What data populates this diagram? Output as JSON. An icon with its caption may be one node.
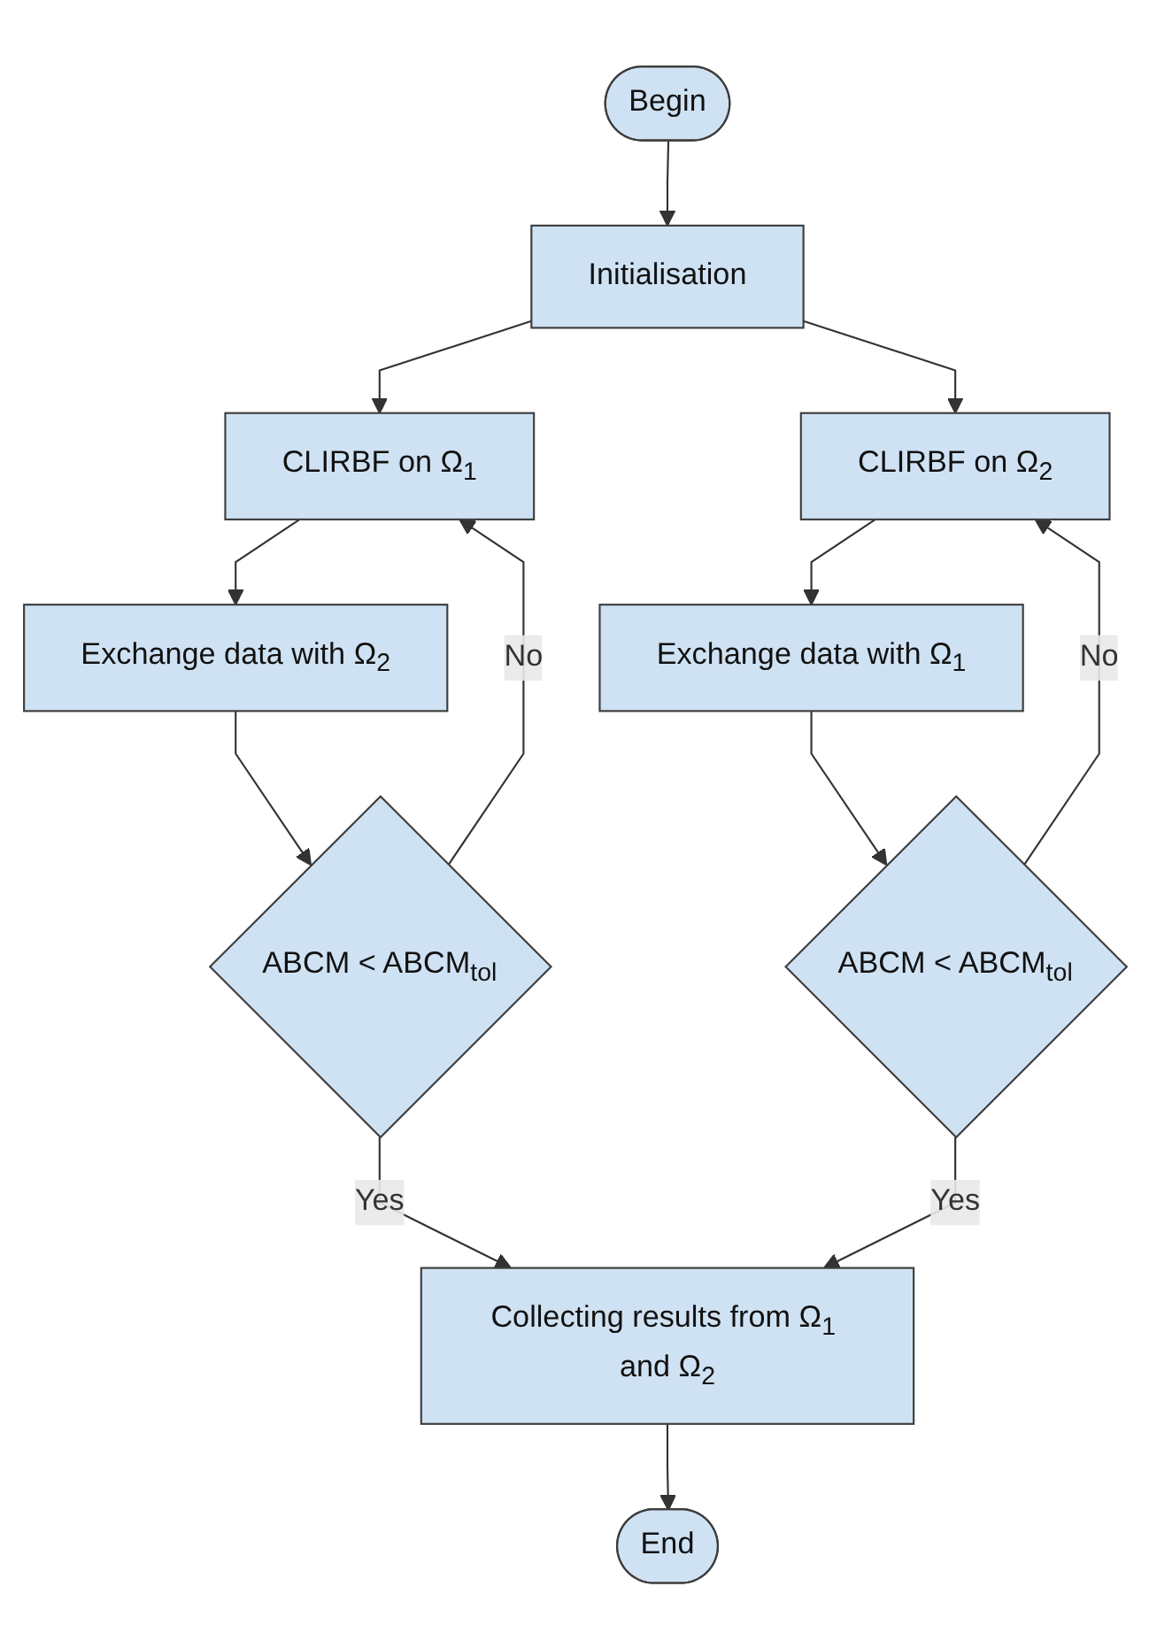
{
  "diagram": {
    "nodes": [
      {
        "text": [
          "Begin"
        ]
      },
      {
        "text": [
          "Initialisation"
        ]
      },
      {
        "text": [
          "CLIRBF on Ω$_{1}$"
        ]
      },
      {
        "text": [
          "CLIRBF on Ω$_{2}$"
        ]
      },
      {
        "text": [
          "Exchange data with Ω$_{2}$"
        ]
      },
      {
        "text": [
          "Exchange data with Ω$_{1}$"
        ]
      },
      {
        "text": [
          "ABCM < ABCM$_{tol}$"
        ]
      },
      {
        "text": [
          "ABCM < ABCM$_{tol}$"
        ]
      },
      {
        "text": [
          "Collecting results from Ω$_{1}$ and Ω$_{2}$"
        ]
      },
      {
        "text": [
          "End"
        ]
      }
    ],
    "edges": [
      {
        "from": 0,
        "to": 1,
        "arrow": "to"
      },
      {
        "from": 1,
        "to": 2,
        "arrow": "to"
      },
      {
        "from": 1,
        "to": 3,
        "arrow": "to"
      },
      {
        "from": 2,
        "to": 4,
        "arrow": "to"
      },
      {
        "from": 3,
        "to": 5,
        "arrow": "to"
      },
      {
        "from": 4,
        "to": 6,
        "arrow": "to"
      },
      {
        "from": 5,
        "to": 7,
        "arrow": "to"
      },
      {
        "from": 6,
        "to": 2,
        "label": "No",
        "arrow": "to"
      },
      {
        "from": 7,
        "to": 3,
        "label": "No",
        "arrow": "to"
      },
      {
        "from": 6,
        "to": 8,
        "label": "Yes",
        "arrow": "to"
      },
      {
        "from": 7,
        "to": 8,
        "label": "Yes",
        "arrow": "to"
      },
      {
        "from": 8,
        "to": 9,
        "arrow": "to"
      }
    ]
  }
}
